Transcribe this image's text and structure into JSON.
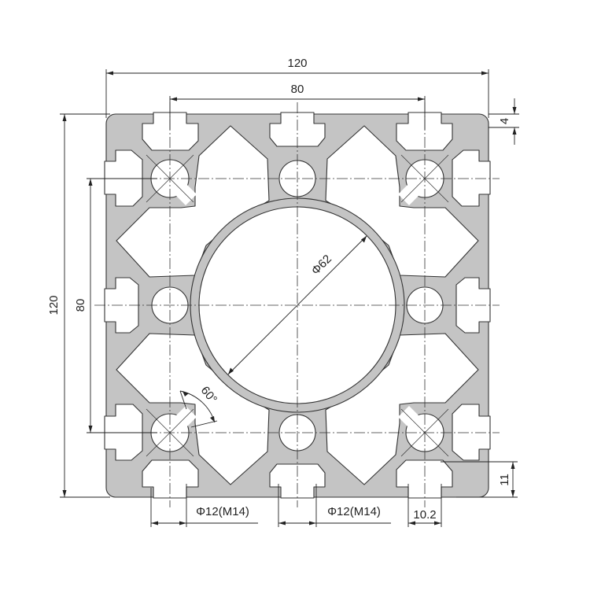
{
  "drawing": {
    "title": "Aluminium extrusion profile 120x120 cross-section",
    "fill_color": "#c4c4c4",
    "outline_color": "#333333",
    "background": "#ffffff"
  },
  "dimensions": {
    "overall_width": "120",
    "bolt_spacing_horizontal": "80",
    "overall_height": "120",
    "bolt_spacing_vertical": "80",
    "lip_thickness": "4",
    "center_bore": "Φ62",
    "slot_angle": "60°",
    "core_hole_left": "Φ12(M14)",
    "core_hole_right": "Φ12(M14)",
    "slot_width": "10.2",
    "slot_depth": "11"
  }
}
